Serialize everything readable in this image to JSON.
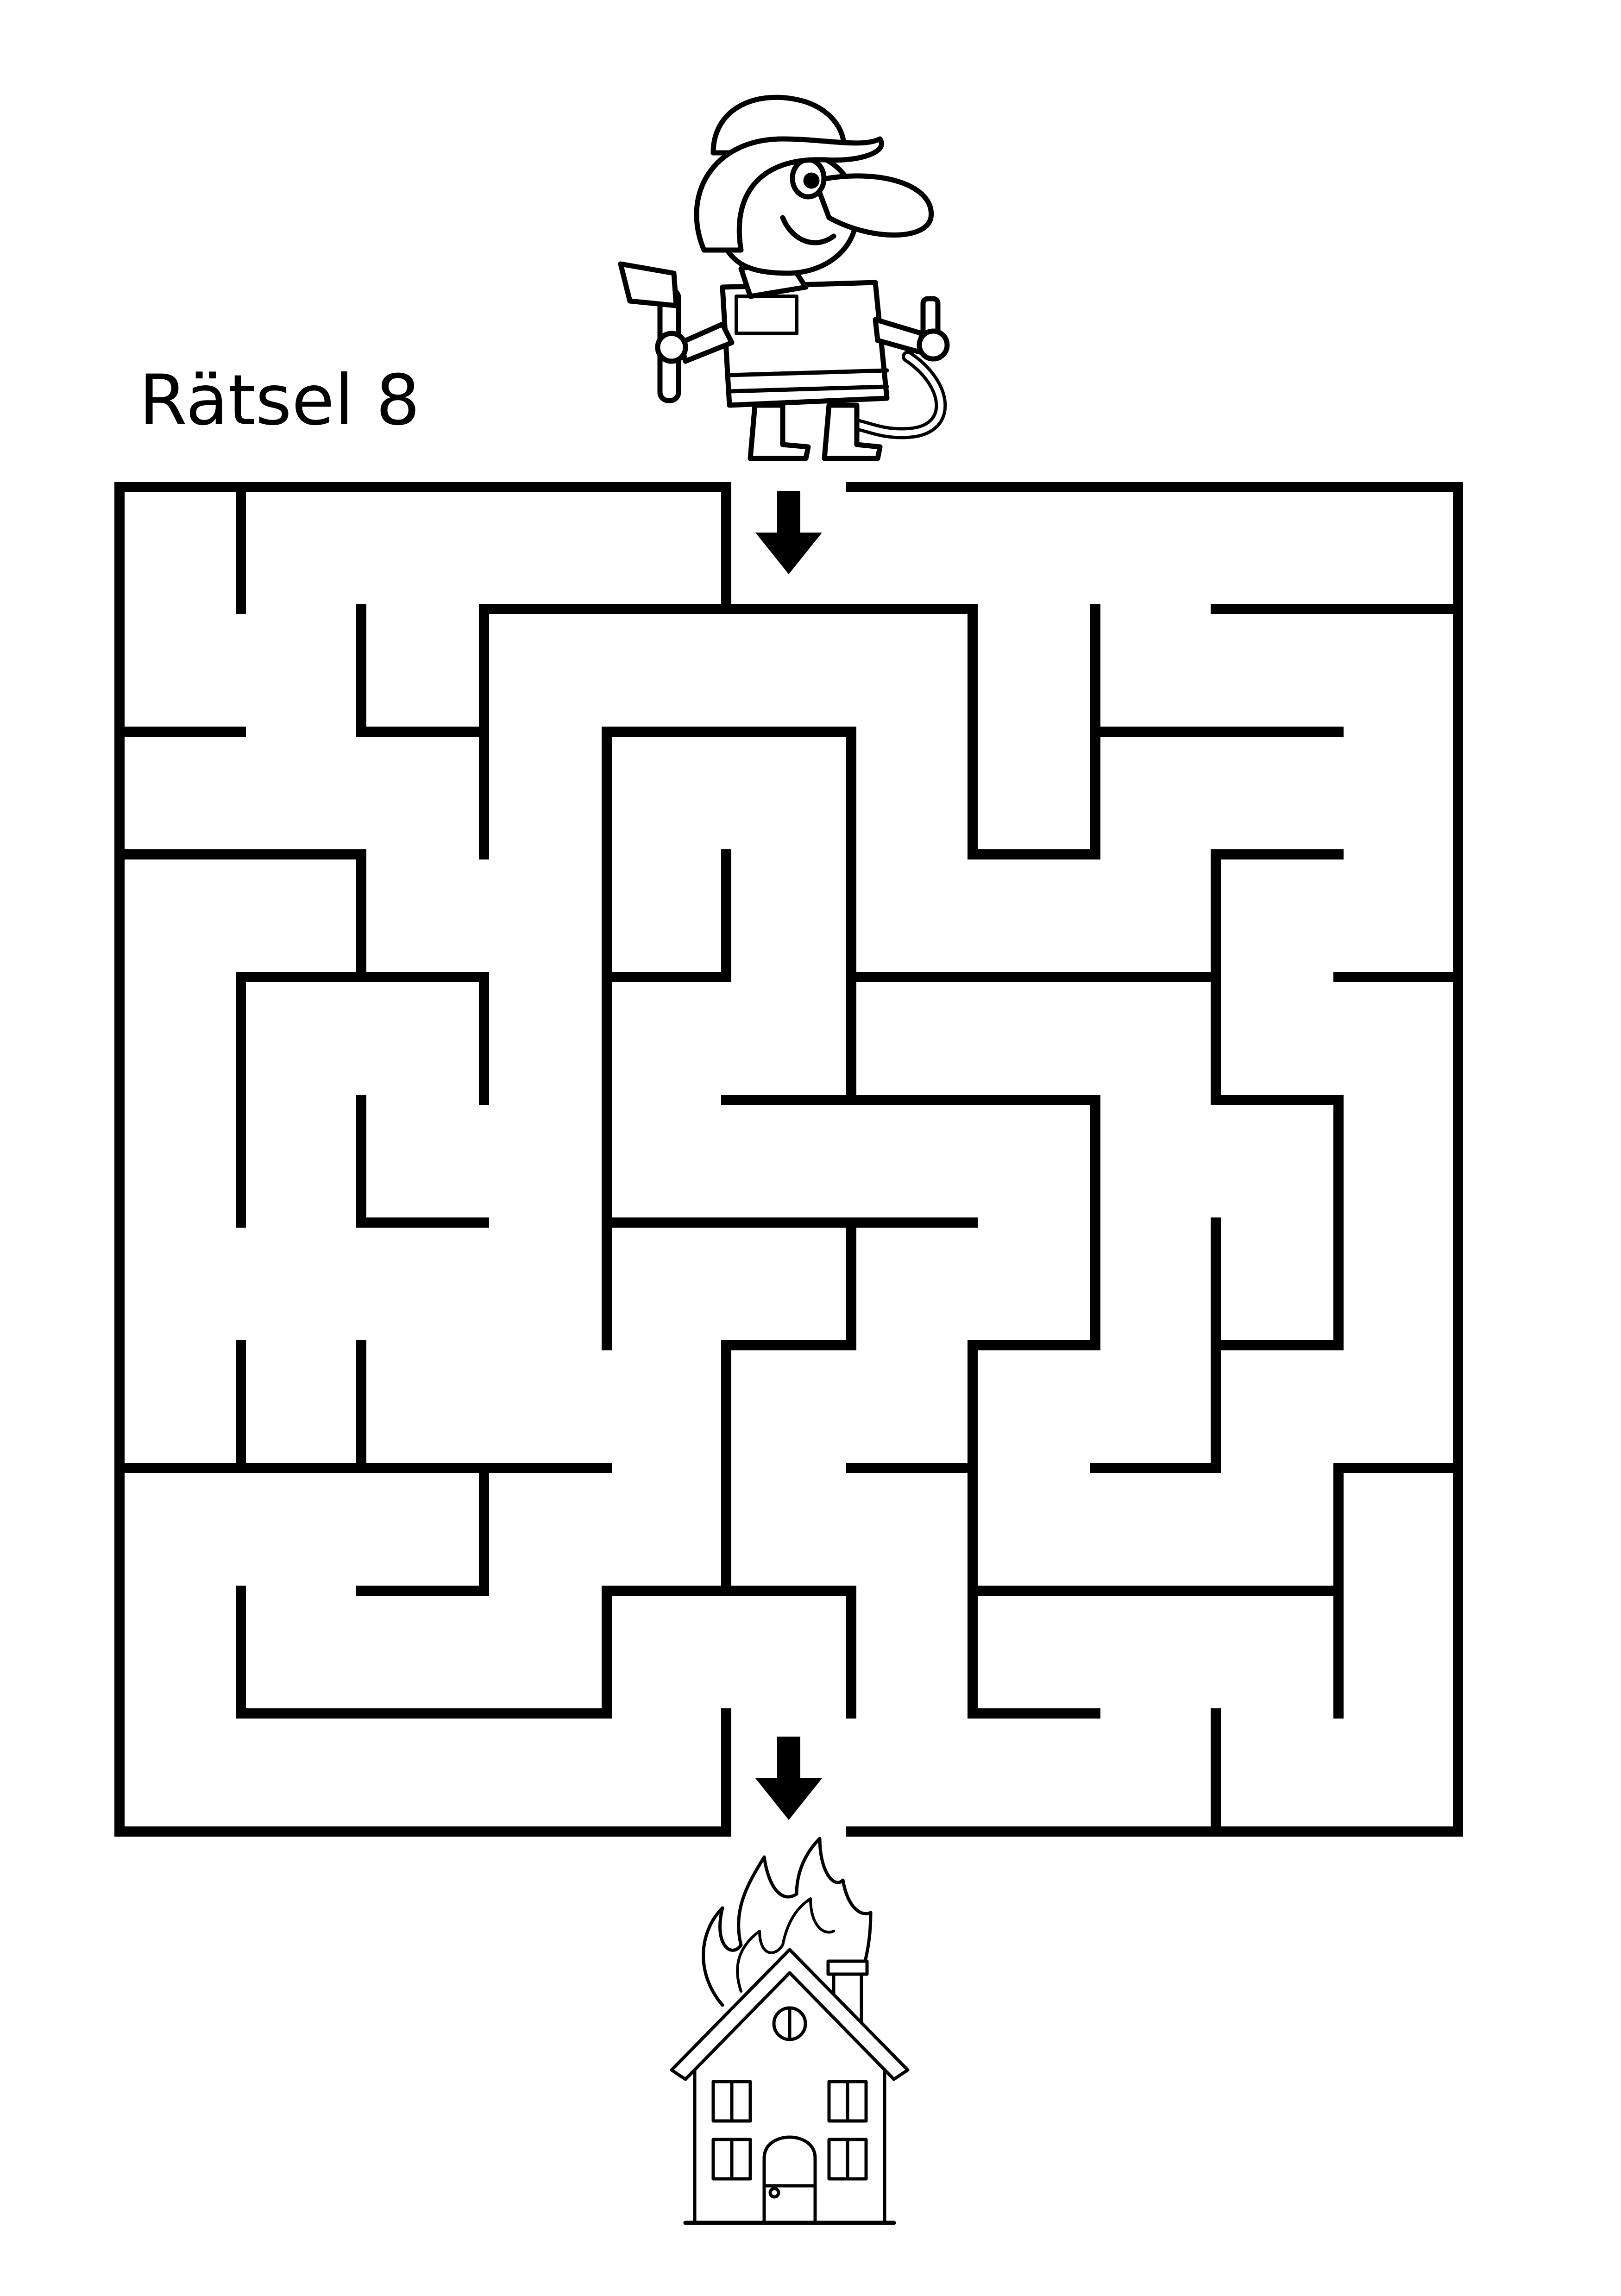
{
  "worksheet": {
    "title": "Rätsel 8"
  },
  "maze": {
    "start_character": "firefighter-with-axe-and-hose",
    "goal": "burning-house",
    "line_color": "#000000",
    "background": "#ffffff"
  }
}
